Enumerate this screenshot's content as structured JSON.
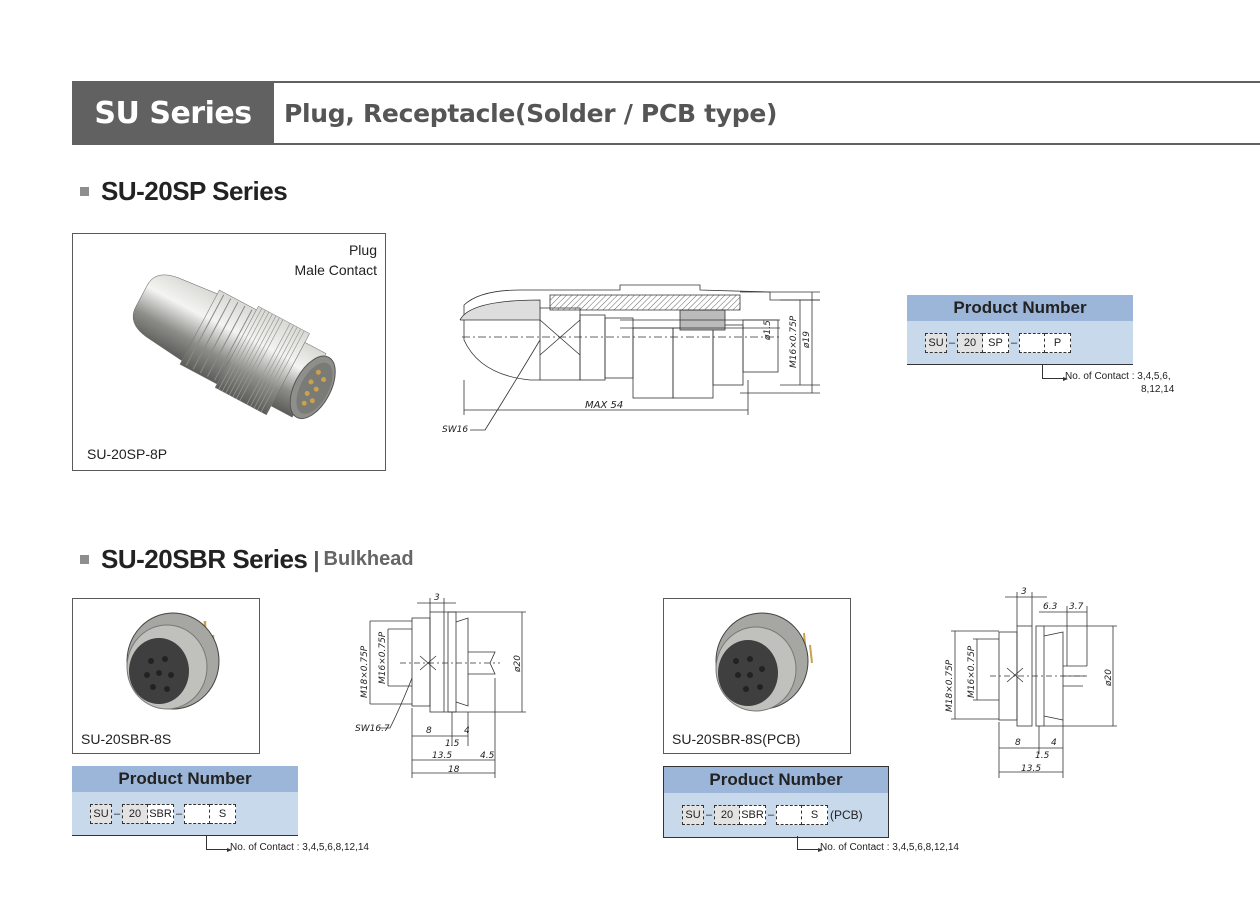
{
  "header": {
    "series": "SU Series",
    "subtitle": "Plug, Receptacle(Solder / PCB type)"
  },
  "section1": {
    "title": "SU-20SP Series",
    "photo": {
      "type_line1": "Plug",
      "type_line2": "Male Contact",
      "caption": "SU-20SP-8P"
    },
    "drawing": {
      "max_length": "MAX 54",
      "wrench": "SW16",
      "pin_dia": "ø1.5",
      "thread": "M16×0.75P",
      "outer_dia": "ø19"
    },
    "product_number": {
      "title": "Product Number",
      "cells": [
        "SU",
        "20",
        "SP",
        "",
        "P"
      ],
      "suffix": "",
      "note_line1": "No. of Contact : 3,4,5,6,",
      "note_line2": "8,12,14"
    }
  },
  "section2": {
    "title": "SU-20SBR Series",
    "subtitle": "Bulkhead",
    "left": {
      "photo_caption": "SU-20SBR-8S",
      "drawing": {
        "d_3": "3",
        "thread_outer": "M18×0.75P",
        "thread_inner": "M16×0.75P",
        "outer_dia": "ø20",
        "wrench": "SW16.7",
        "d_8": "8",
        "d_4": "4",
        "d_1_5": "1.5",
        "d_13_5": "13.5",
        "d_4_5": "4.5",
        "d_18": "18"
      },
      "product_number": {
        "title": "Product Number",
        "cells": [
          "SU",
          "20",
          "SBR",
          "",
          "S"
        ],
        "suffix": "",
        "note": "No. of Contact : 3,4,5,6,8,12,14"
      }
    },
    "right": {
      "photo_caption": "SU-20SBR-8S(PCB)",
      "drawing": {
        "d_3": "3",
        "d_6_3": "6.3",
        "d_3_7": "3.7",
        "thread_outer": "M18×0.75P",
        "thread_inner": "M16×0.75P",
        "outer_dia": "ø20",
        "d_8": "8",
        "d_4": "4",
        "d_1_5": "1.5",
        "d_13_5": "13.5"
      },
      "product_number": {
        "title": "Product Number",
        "cells": [
          "SU",
          "20",
          "SBR",
          "",
          "S"
        ],
        "suffix": "(PCB)",
        "note": "No. of Contact : 3,4,5,6,8,12,14"
      }
    }
  }
}
